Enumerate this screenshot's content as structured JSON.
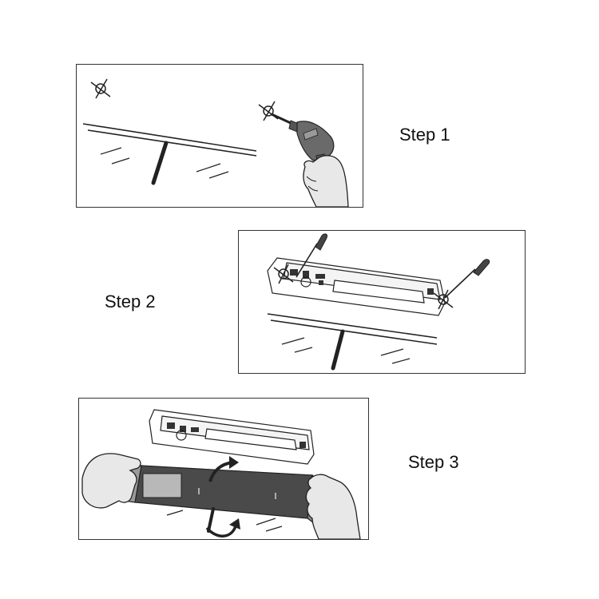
{
  "steps": [
    {
      "label": "Step 1"
    },
    {
      "label": "Step 2"
    },
    {
      "label": "Step 3"
    }
  ],
  "colors": {
    "line": "#222222",
    "drill_body": "#6a6a6a",
    "hand": "#e8e8e8",
    "cover": "#4a4a4a",
    "background": "#ffffff"
  }
}
